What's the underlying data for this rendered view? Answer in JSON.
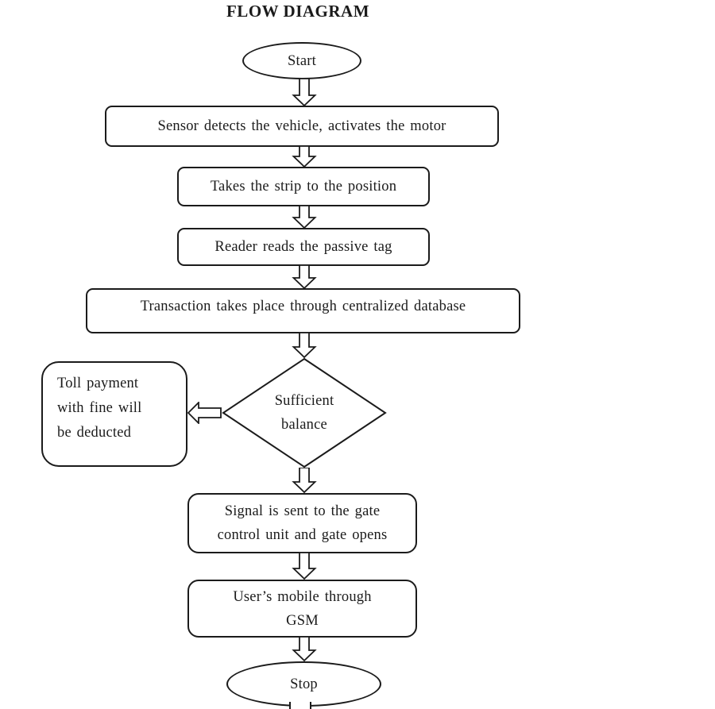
{
  "title": "FLOW DIAGRAM",
  "colors": {
    "stroke": "#1b1b1b",
    "text": "#1b1b1b",
    "background": "#ffffff"
  },
  "nodes": {
    "start": {
      "shape": "ellipse",
      "label": "Start"
    },
    "sensor": {
      "shape": "process",
      "label": "Sensor detects the vehicle, activates the motor"
    },
    "strip": {
      "shape": "process",
      "label": "Takes the strip to the position"
    },
    "reader": {
      "shape": "process",
      "label": "Reader reads the passive tag"
    },
    "transaction": {
      "shape": "process",
      "label": "Transaction takes place through centralized database"
    },
    "decision": {
      "shape": "diamond",
      "lines": [
        "Sufficient",
        "balance"
      ]
    },
    "toll_payment": {
      "shape": "rounded",
      "lines": [
        "Toll payment",
        "with fine will",
        "be deducted"
      ]
    },
    "gate_signal": {
      "shape": "rounded",
      "lines": [
        "Signal is sent to the gate",
        "control unit and gate opens"
      ]
    },
    "gsm": {
      "shape": "rounded",
      "lines": [
        "User’s mobile through",
        "GSM"
      ]
    },
    "stop": {
      "shape": "ellipse",
      "label": "Stop"
    }
  }
}
